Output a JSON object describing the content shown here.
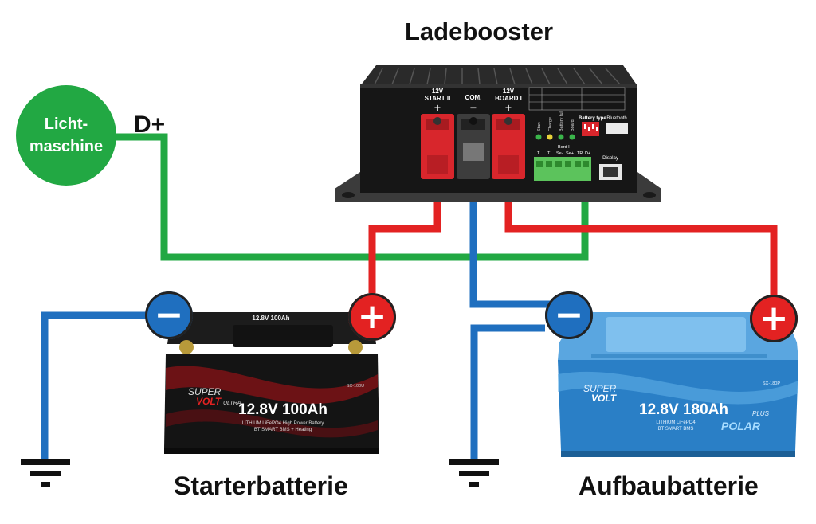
{
  "title": "Ladebooster",
  "alternator": {
    "line1": "Licht-",
    "line2": "maschine"
  },
  "dplus_label": "D+",
  "booster": {
    "port_start_voltage": "12V",
    "port_start_name": "START II",
    "port_com": "COM.",
    "port_board_voltage": "12V",
    "port_board_name": "BOARD I",
    "plus": "+",
    "minus": "−",
    "leds": [
      "Start",
      "Charge",
      "Battery full",
      "Board"
    ],
    "battery_type_label": "Battery type",
    "bluetooth_label": "Bluetooth",
    "display_label": "Display",
    "connector_header": "Bord I",
    "connector_pins": [
      "T",
      "T",
      "Se-",
      "Se+",
      "TR",
      "D+"
    ]
  },
  "starter_battery": {
    "label": "Starterbatterie",
    "brand": "SUPER",
    "brand2": "VOLT",
    "series": "ULTRA",
    "spec": "12.8V 100Ah",
    "top_spec": "12.8V 100Ah",
    "desc1": "LITHIUM LiFePO4 High Power Battery",
    "desc2": "BT SMART BMS + Heating",
    "model": "SX-100U"
  },
  "house_battery": {
    "label": "Aufbaubatterie",
    "brand": "SUPER",
    "brand2": "VOLT",
    "series": "POLAR",
    "series_sup": "PLUS",
    "spec": "12.8V 180Ah",
    "desc1": "LITHIUM LiFePO4",
    "desc2": "BT SMART BMS",
    "model": "SX-180P"
  },
  "terminals": {
    "neg": "−",
    "pos": "+"
  },
  "colors": {
    "positive_wire": "#e32222",
    "negative_wire": "#1f6fbf",
    "dplus_wire": "#22a843"
  }
}
